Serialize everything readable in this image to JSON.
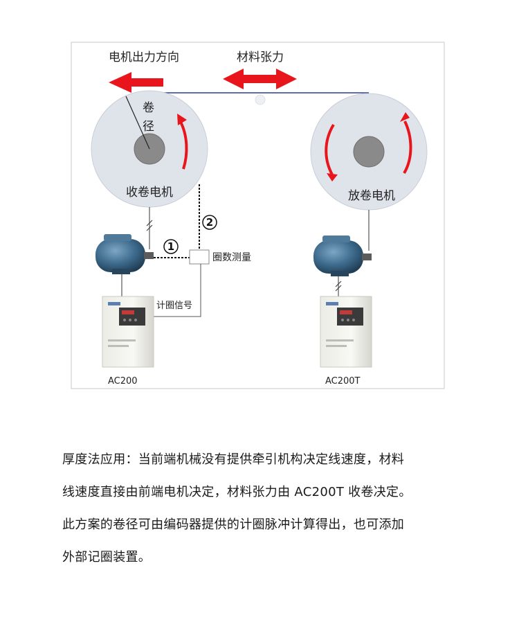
{
  "diagram": {
    "motor_force_direction_label": "电机出力方向",
    "material_tension_label": "材料张力",
    "roll_diameter_label": "卷径",
    "winding_motor_label": "收卷电机",
    "unwinding_motor_label": "放卷电机",
    "marker_one": "①",
    "marker_two": "②",
    "turn_measure_label": "圈数测量",
    "count_signal_label": "计圈信号",
    "left_drive_model": "AC200",
    "right_drive_model": "AC200T",
    "colors": {
      "arrow_red": "#e8161c",
      "roll_fill": "#dfe3ea",
      "hub_gray": "#8a8a8a",
      "motor_blue": "#3f6c8e"
    }
  },
  "caption": {
    "line1": "厚度法应用：当前端机械没有提供牵引机构决定线速度，材料",
    "line2": "线速度直接由前端电机决定，材料张力由 AC200T 收卷决定。",
    "line3": "此方案的卷径可由编码器提供的计圈脉冲计算得出，也可添加",
    "line4": "外部记圈装置。"
  }
}
